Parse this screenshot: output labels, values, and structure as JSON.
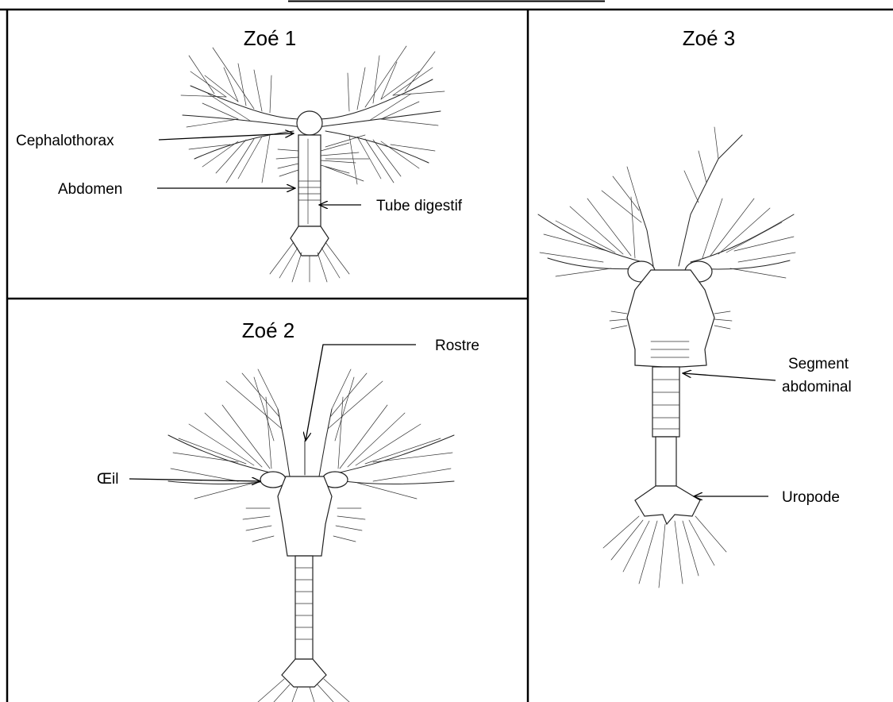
{
  "panels": {
    "zoe1": {
      "title": "Zoé 1"
    },
    "zoe2": {
      "title": "Zoé 2"
    },
    "zoe3": {
      "title": "Zoé 3"
    }
  },
  "labels": {
    "cephalothorax": "Cephalothorax",
    "abdomen": "Abdomen",
    "tube_digestif": "Tube digestif",
    "rostre": "Rostre",
    "oeil": "Œil",
    "segment_abdominal_1": "Segment",
    "segment_abdominal_2": "abdominal",
    "uropode": "Uropode"
  }
}
